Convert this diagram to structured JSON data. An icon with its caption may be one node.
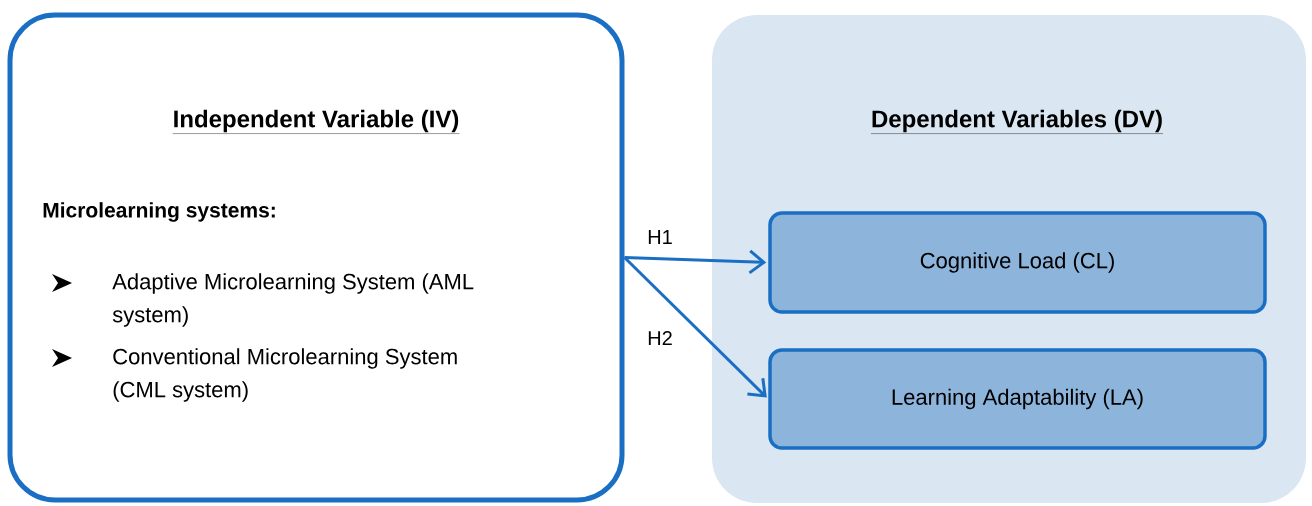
{
  "diagram": {
    "nodes": [
      {
        "text": [
          "Independent Variable (IV)",
          "Microlearning systems:",
          "Adaptive Microlearning System (AML system)",
          "Conventional Microlearning System (CML system)"
        ]
      },
      {
        "text": [
          "Dependent Variables (DV)"
        ]
      },
      {
        "text": [
          "Cognitive Load (CL)"
        ],
        "in": 1
      },
      {
        "text": [
          "Learning Adaptability (LA)"
        ],
        "in": 1
      }
    ],
    "edges": [
      {
        "from": 0,
        "to": 2,
        "arrow": "to",
        "label": "H1"
      },
      {
        "from": 0,
        "to": 3,
        "arrow": "to",
        "label": "H2"
      }
    ]
  }
}
